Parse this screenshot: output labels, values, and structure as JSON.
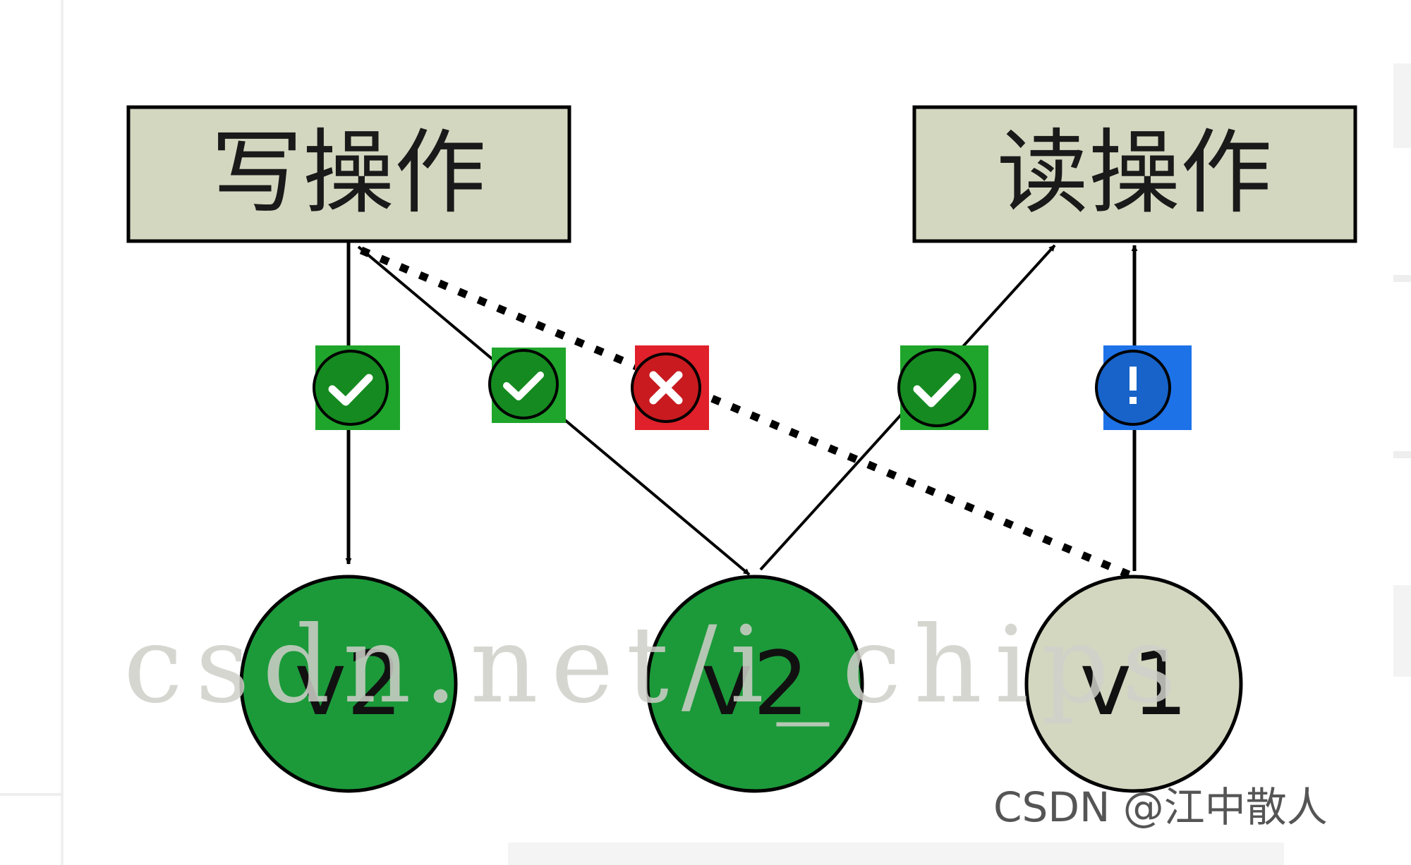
{
  "boxes": {
    "write": "写操作",
    "read": "读操作"
  },
  "nodes": {
    "left": "v2",
    "middle": "v2",
    "right": "v1"
  },
  "watermark": "csdn.net/i_chips",
  "credit": "CSDN @江中散人",
  "colors": {
    "box_fill": "#d4d7c0",
    "node_green": "#1c9a3a",
    "node_beige": "#d4d7c0",
    "badge_green": "#1fa52b",
    "badge_red": "#e0202a",
    "badge_blue": "#1d72e8"
  },
  "badges": [
    {
      "name": "ok-badge-1",
      "icon": "check-icon",
      "status": "ok"
    },
    {
      "name": "ok-badge-2",
      "icon": "check-icon",
      "status": "ok"
    },
    {
      "name": "error-badge",
      "icon": "cross-icon",
      "status": "error"
    },
    {
      "name": "ok-badge-3",
      "icon": "check-icon",
      "status": "ok"
    },
    {
      "name": "info-badge",
      "icon": "exclamation-icon",
      "status": "info"
    }
  ]
}
